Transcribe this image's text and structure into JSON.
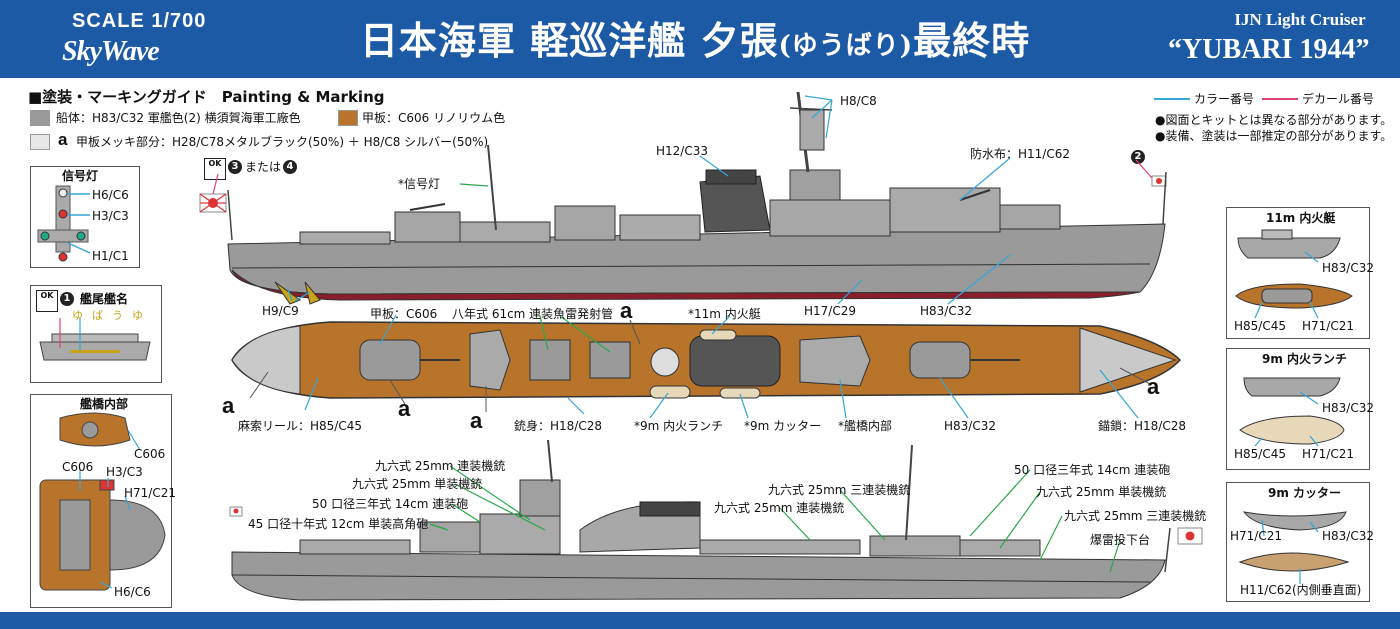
{
  "header": {
    "scale": "SCALE 1/700",
    "brand": "SkyWave",
    "title_main": "日本海軍 軽巡洋艦 夕張",
    "title_paren": "(ゆうばり)",
    "title_tail": "最終時",
    "en_subtitle": "IJN Light Cruiser",
    "en_title": "“YUBARI 1944”",
    "colors": {
      "header_bg": "#1d5aa6",
      "hull_grey": "#9a9a9a",
      "hull_red": "#8a1f2c",
      "deck_wood": "#b8742a",
      "color_line": "#35a6d9",
      "decal_line": "#e0407a",
      "label_line": "#2aa84a"
    }
  },
  "legend": {
    "heading": "■塗装・マーキングガイド　Painting & Marking",
    "hull": "船体：H83/C32 軍艦色(2) 横須賀海軍工廠色",
    "deck": "甲板：C606 リノリウム色",
    "deck_metal_mark": "a",
    "deck_metal": "甲板メッキ部分：H28/C78メタルブラック(50%) ＋ H8/C8 シルバー(50%)",
    "color_number": "カラー番号",
    "decal_number": "デカール番号",
    "note1": "●図面とキットとは異なる部分があります。",
    "note2": "●装備、塗装は一部推定の部分があります。"
  },
  "signal_light": {
    "title": "信号灯",
    "labels": [
      "H6/C6",
      "H3/C3",
      "H1/C1"
    ]
  },
  "ship_name_box": {
    "decal_num": "1",
    "title": "艦尾艦名",
    "chars": "ゆばうゆ",
    "ok": "OK"
  },
  "bridge_box": {
    "title": "艦橋内部",
    "labels": [
      "C606",
      "C606",
      "H3/C3",
      "H71/C21",
      "H6/C6"
    ]
  },
  "side_view": {
    "ok_text": "OK",
    "or_mark": "または",
    "decal_a": "3",
    "decal_b": "4",
    "decal_2": "2",
    "labels": [
      "H8/C8",
      "H12/C33",
      "*信号灯",
      "防水布：H11/C62",
      "H9/C9",
      "H17/C29",
      "H83/C32"
    ]
  },
  "top_view": {
    "labels": [
      "甲板：C606",
      "八年式 61cm 連装魚雷発射管",
      "*11m 内火艇",
      "麻索リール：H85/C45",
      "銃身：H18/C28",
      "*9m 内火ランチ",
      "*9m カッター",
      "*艦橋内部",
      "H83/C32",
      "錨鎖：H18/C28"
    ],
    "a_marks": [
      "a",
      "a",
      "a",
      "a",
      "a"
    ]
  },
  "lower_view": {
    "labels": [
      "九六式 25mm 連装機銃",
      "九六式 25mm 単装機銃",
      "50 口径三年式 14cm 連装砲",
      "45 口径十年式 12cm 単装高角砲",
      "九六式 25mm 三連装機銃",
      "九六式 25mm 連装機銃",
      "50 口径三年式 14cm 連装砲",
      "九六式 25mm 単装機銃",
      "九六式 25mm 三連装機銃",
      "爆雷投下台"
    ]
  },
  "boats": [
    {
      "title": "11m 内火艇",
      "labels": [
        "H83/C32",
        "H85/C45",
        "H71/C21"
      ]
    },
    {
      "title": "9m 内火ランチ",
      "labels": [
        "H83/C32",
        "H85/C45",
        "H71/C21"
      ]
    },
    {
      "title": "9m カッター",
      "labels": [
        "H71/C21",
        "H83/C32",
        "H11/C62(内側垂直面)"
      ]
    }
  ]
}
